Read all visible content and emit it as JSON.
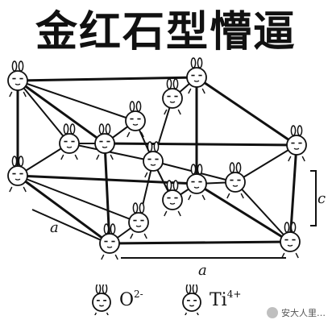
{
  "title": "金红石型懵逼",
  "labels": {
    "a_left": "a",
    "a_bottom": "a",
    "c": "c"
  },
  "legend": [
    {
      "icon": "oxide-ion-icon",
      "symbol": "O",
      "charge": "2-"
    },
    {
      "icon": "titanium-ion-icon",
      "symbol": "Ti",
      "charge": "4+"
    }
  ],
  "watermark": "安大人里…",
  "colors": {
    "line": "#111111",
    "face_fill": "#ffffff"
  }
}
